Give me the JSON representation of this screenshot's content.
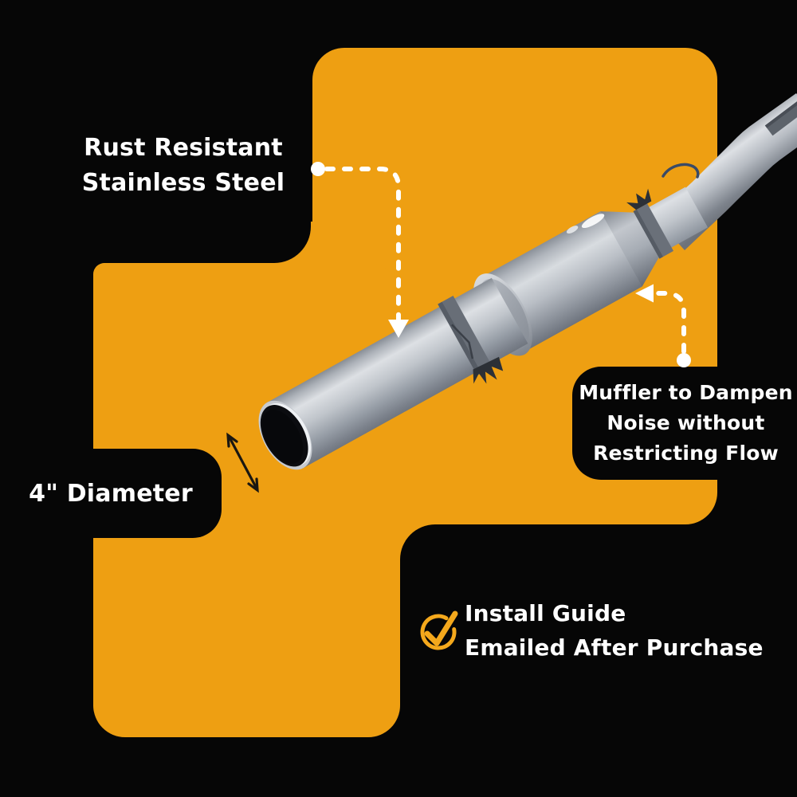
{
  "colors": {
    "background": "#060606",
    "panel_orange": "#EE9F12",
    "text_white": "#FFFFFF",
    "check_icon_orange": "#F4A81C",
    "callout_arrow_white": "#FFFFFF",
    "dimension_arrow_dark": "#1A1711"
  },
  "callouts": {
    "rust_resistant": {
      "line1": "Rust Resistant",
      "line2": "Stainless Steel"
    },
    "diameter": {
      "label": "4\" Diameter"
    },
    "muffler": {
      "line1": "Muffler to Dampen",
      "line2": "Noise without",
      "line3": "Restricting Flow"
    },
    "install_guide": {
      "line1": "Install Guide",
      "line2": "Emailed After Purchase"
    }
  },
  "icons": {
    "check_circle": "check-circle-icon",
    "dashed_arrow_down": "dashed-arrow-down-icon",
    "dashed_arrow_left": "dashed-arrow-left-icon",
    "double_headed_arrow": "diameter-dimension-arrow-icon"
  },
  "product": {
    "description": "Stainless steel exhaust pipe assembly with open 4-inch tailpipe, two band clamps, inline muffler and Z-bend outlet pipe"
  }
}
